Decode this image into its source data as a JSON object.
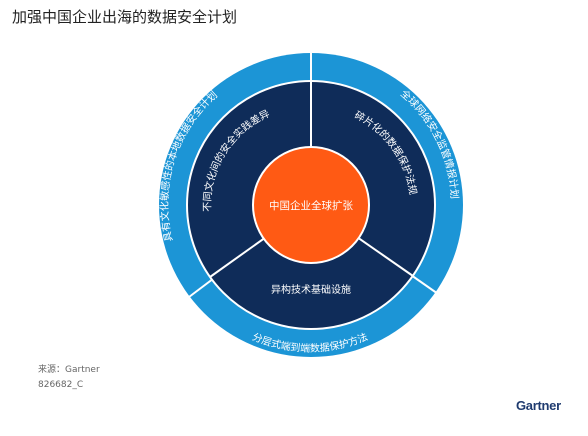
{
  "title": "加强中国企业出海的数据安全计划",
  "center": {
    "label": "中国企业全球扩张"
  },
  "inner_segments": [
    {
      "label": "不同文化间的安全实践差异"
    },
    {
      "label": "碎片化的数据保护法规"
    },
    {
      "label": "异构技术基础设施"
    }
  ],
  "outer_segments": [
    {
      "label": "具有文化敏感性的本地数据安全计划"
    },
    {
      "label": "全球网络安全监管情报计划"
    },
    {
      "label": "分层式端到端数据保护方法"
    }
  ],
  "colors": {
    "center": "#ff5a14",
    "inner": "#0f2c59",
    "outer": "#1c95d6",
    "separator": "#ffffff"
  },
  "footer": {
    "source": "来源：Gartner",
    "code": "826682_C",
    "logo": "Gartner"
  }
}
